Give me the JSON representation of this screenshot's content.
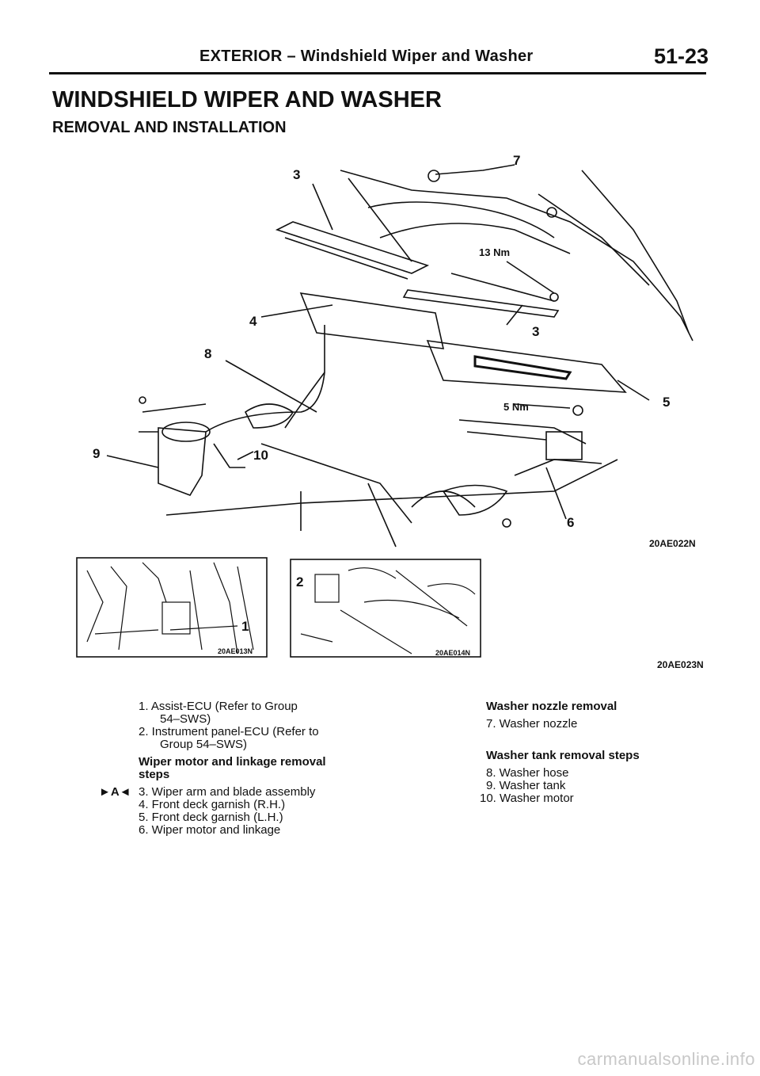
{
  "header": {
    "title": "EXTERIOR – Windshield Wiper and Washer",
    "page_number": "51-23"
  },
  "headings": {
    "main": "WINDSHIELD WIPER AND WASHER",
    "sub": "REMOVAL AND INSTALLATION"
  },
  "main_figure": {
    "callouts": [
      "3",
      "7",
      "13 Nm",
      "4",
      "3",
      "8",
      "5",
      "5 Nm",
      "9",
      "10",
      "6"
    ],
    "code": "20AE022N"
  },
  "inset_left": {
    "callout": "1",
    "code": "20AE013N"
  },
  "inset_right": {
    "callout": "2",
    "code": "20AE014N"
  },
  "inset_group_code": "20AE023N",
  "left_list": {
    "item1_line1": "1. Assist-ECU (Refer to Group",
    "item1_line2": "54–SWS)",
    "item2_line1": "2. Instrument panel-ECU (Refer to",
    "item2_line2": "Group 54–SWS)",
    "wiper_heading_line1": "Wiper motor and linkage removal",
    "wiper_heading_line2": "steps",
    "marker": "►A◄",
    "items": [
      "3. Wiper arm and blade assembly",
      "4. Front deck garnish (R.H.)",
      "5. Front deck garnish (L.H.)",
      "6. Wiper motor and linkage"
    ]
  },
  "right_list": {
    "nozzle_heading": "Washer nozzle removal",
    "nozzle_item": "7. Washer nozzle",
    "tank_heading": "Washer tank removal steps",
    "tank_items": [
      "8. Washer hose",
      "9. Washer tank",
      "10. Washer motor"
    ]
  },
  "watermark": "carmanualsonline.info"
}
